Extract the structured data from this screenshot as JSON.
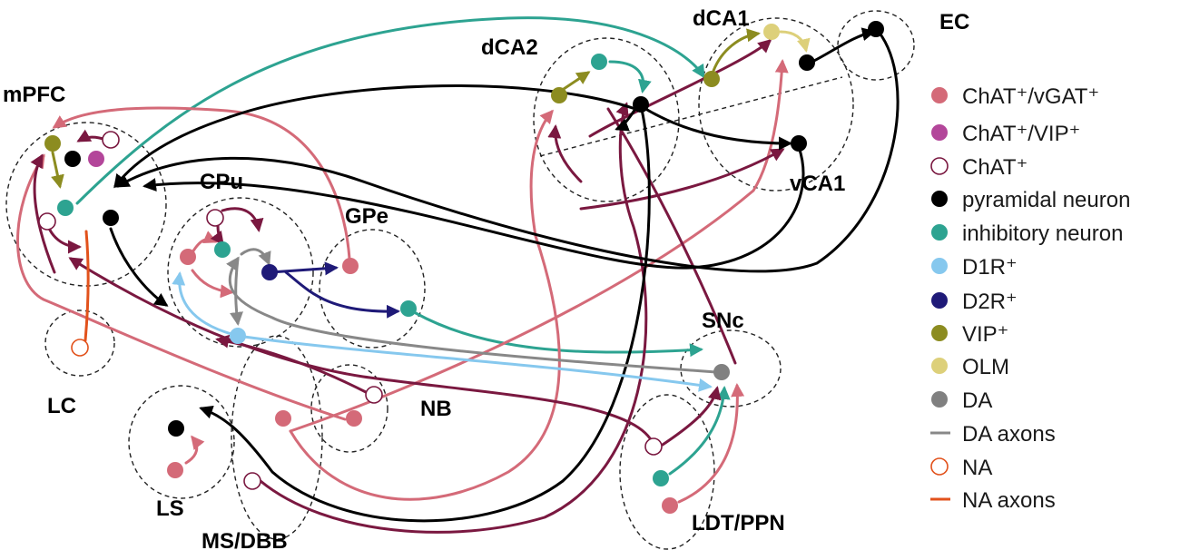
{
  "colors": {
    "chat_vgat": "#d46a78",
    "chat_vip": "#b3469a",
    "chat": "#7a1840",
    "pyramidal": "#000000",
    "inhibitory": "#2da391",
    "d1r": "#86c8ee",
    "d2r": "#1f1a78",
    "vip": "#8c8c20",
    "olm": "#ddd07a",
    "da": "#808080",
    "na": "#e2521c",
    "da_axon": "#888888",
    "na_axon": "#e2521c"
  },
  "regions": {
    "mpfc": "mPFC",
    "cpu": "CPu",
    "gpe": "GPe",
    "lc": "LC",
    "ls": "LS",
    "msdbb": "MS/DBB",
    "nb": "NB",
    "snc": "SNc",
    "ldtppn": "LDT/PPN",
    "dca2": "dCA2",
    "dca1": "dCA1",
    "vca1": "vCA1",
    "ec": "EC"
  },
  "legend": {
    "chat_vgat": "ChAT⁺/vGAT⁺",
    "chat_vip": "ChAT⁺/VIP⁺",
    "chat": "ChAT⁺",
    "pyramidal": "pyramidal neuron",
    "inhibitory": "inhibitory neuron",
    "d1r": "D1R⁺",
    "d2r": "D2R⁺",
    "vip": "VIP⁺",
    "olm": "OLM",
    "da": "DA",
    "da_axons": "DA axons",
    "na": "NA",
    "na_axons": "NA axons"
  }
}
